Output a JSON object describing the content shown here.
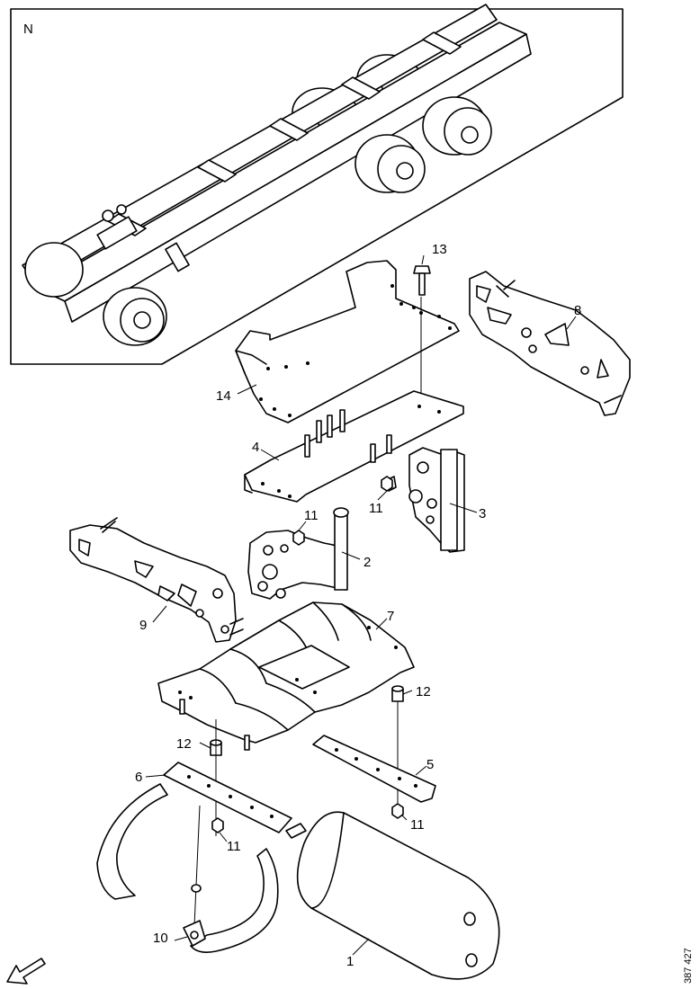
{
  "inset": {
    "view_letter": "N"
  },
  "callouts": [
    {
      "id": "1",
      "text": "1"
    },
    {
      "id": "2",
      "text": "2"
    },
    {
      "id": "3",
      "text": "3"
    },
    {
      "id": "4",
      "text": "4"
    },
    {
      "id": "5",
      "text": "5"
    },
    {
      "id": "6",
      "text": "6"
    },
    {
      "id": "7",
      "text": "7"
    },
    {
      "id": "8",
      "text": "8"
    },
    {
      "id": "9",
      "text": "9"
    },
    {
      "id": "10",
      "text": "10"
    },
    {
      "id": "11a",
      "text": "11"
    },
    {
      "id": "11b",
      "text": "11"
    },
    {
      "id": "11c",
      "text": "11"
    },
    {
      "id": "11d",
      "text": "11"
    },
    {
      "id": "12a",
      "text": "12"
    },
    {
      "id": "12b",
      "text": "12"
    },
    {
      "id": "13",
      "text": "13"
    },
    {
      "id": "14",
      "text": "14"
    }
  ],
  "reference_code": "387 427",
  "direction_icon": "forward-arrow-icon"
}
